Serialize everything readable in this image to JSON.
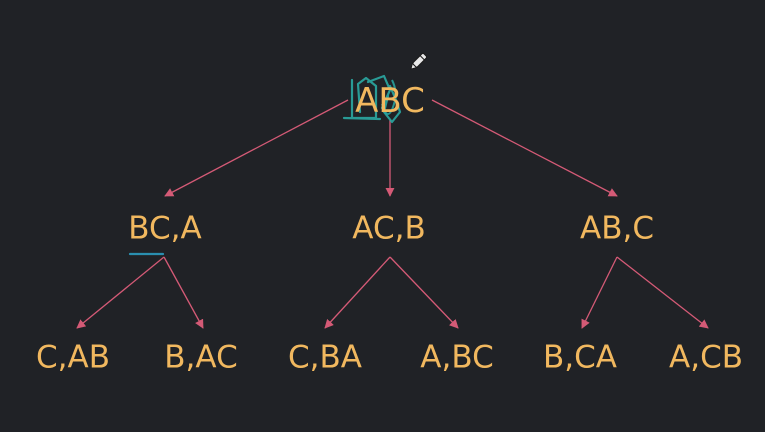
{
  "colors": {
    "background": "#202226",
    "node_text": "#f1b85f",
    "edge": "#d45a76",
    "annotation_scribble": "#2aa8a3",
    "annotation_underline": "#2a8fb0",
    "cursor": "#e8e8e8"
  },
  "tree": {
    "root": {
      "id": "n-abc",
      "label": "ABC"
    },
    "level1": [
      {
        "id": "n-bc-a",
        "label": "BC,A"
      },
      {
        "id": "n-ac-b",
        "label": "AC,B"
      },
      {
        "id": "n-ab-c",
        "label": "AB,C"
      }
    ],
    "level2": [
      {
        "id": "n-c-ab",
        "label": "C,AB",
        "parent": "n-bc-a"
      },
      {
        "id": "n-b-ac",
        "label": "B,AC",
        "parent": "n-bc-a"
      },
      {
        "id": "n-c-ba",
        "label": "C,BA",
        "parent": "n-ac-b"
      },
      {
        "id": "n-a-bc",
        "label": "A,BC",
        "parent": "n-ac-b"
      },
      {
        "id": "n-b-ca",
        "label": "B,CA",
        "parent": "n-ab-c"
      },
      {
        "id": "n-a-cb",
        "label": "A,CB",
        "parent": "n-ab-c"
      }
    ]
  },
  "icons": {
    "cursor": "pen-cursor-icon"
  }
}
